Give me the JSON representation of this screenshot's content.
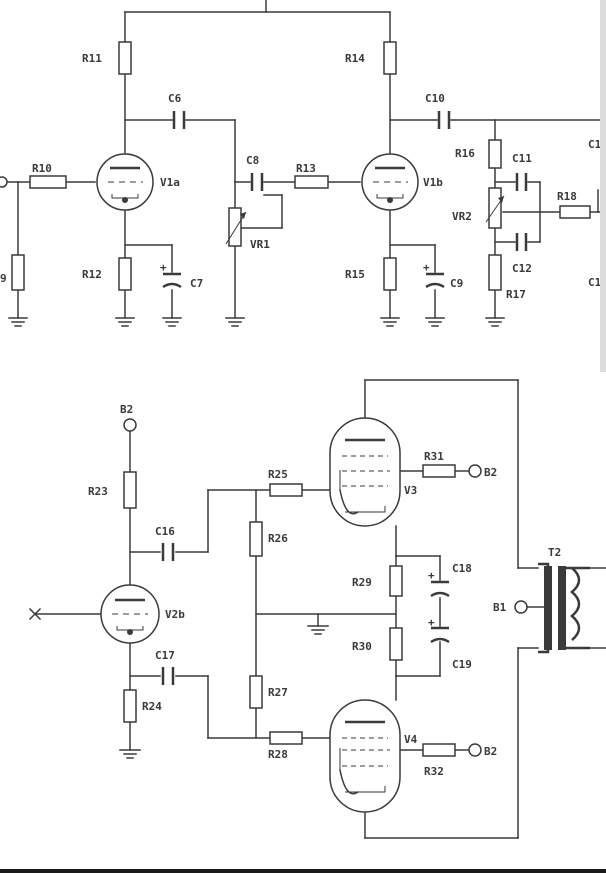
{
  "labels": {
    "r10": "R10",
    "r11": "R11",
    "r12": "R12",
    "r13": "R13",
    "r14": "R14",
    "r15": "R15",
    "r16": "R16",
    "r17": "R17",
    "r18": "R18",
    "r9": "9",
    "c6": "C6",
    "c7": "C7",
    "c8": "C8",
    "c9": "C9",
    "c10": "C10",
    "c11": "C11",
    "c12": "C12",
    "c_top": "C1",
    "c_mid": "C1",
    "v1a": "V1a",
    "v1b": "V1b",
    "vr1": "VR1",
    "vr2": "VR2",
    "b2_top": "B2",
    "r23": "R23",
    "c16": "C16",
    "v2b": "V2b",
    "c17": "C17",
    "r24": "R24",
    "r25": "R25",
    "r26": "R26",
    "r27": "R27",
    "r28": "R28",
    "r29": "R29",
    "r30": "R30",
    "c18": "C18",
    "c19": "C19",
    "v3": "V3",
    "v4": "V4",
    "r31": "R31",
    "r32": "R32",
    "b2_v3": "B2",
    "b2_v4": "B2",
    "b1": "B1",
    "t2": "T2"
  },
  "colors": {
    "ink": "#3a3a3a",
    "paper": "#ffffff"
  },
  "icons": {
    "ground": "ground-icon",
    "terminal": "terminal-icon",
    "input": "input-cross-icon"
  }
}
